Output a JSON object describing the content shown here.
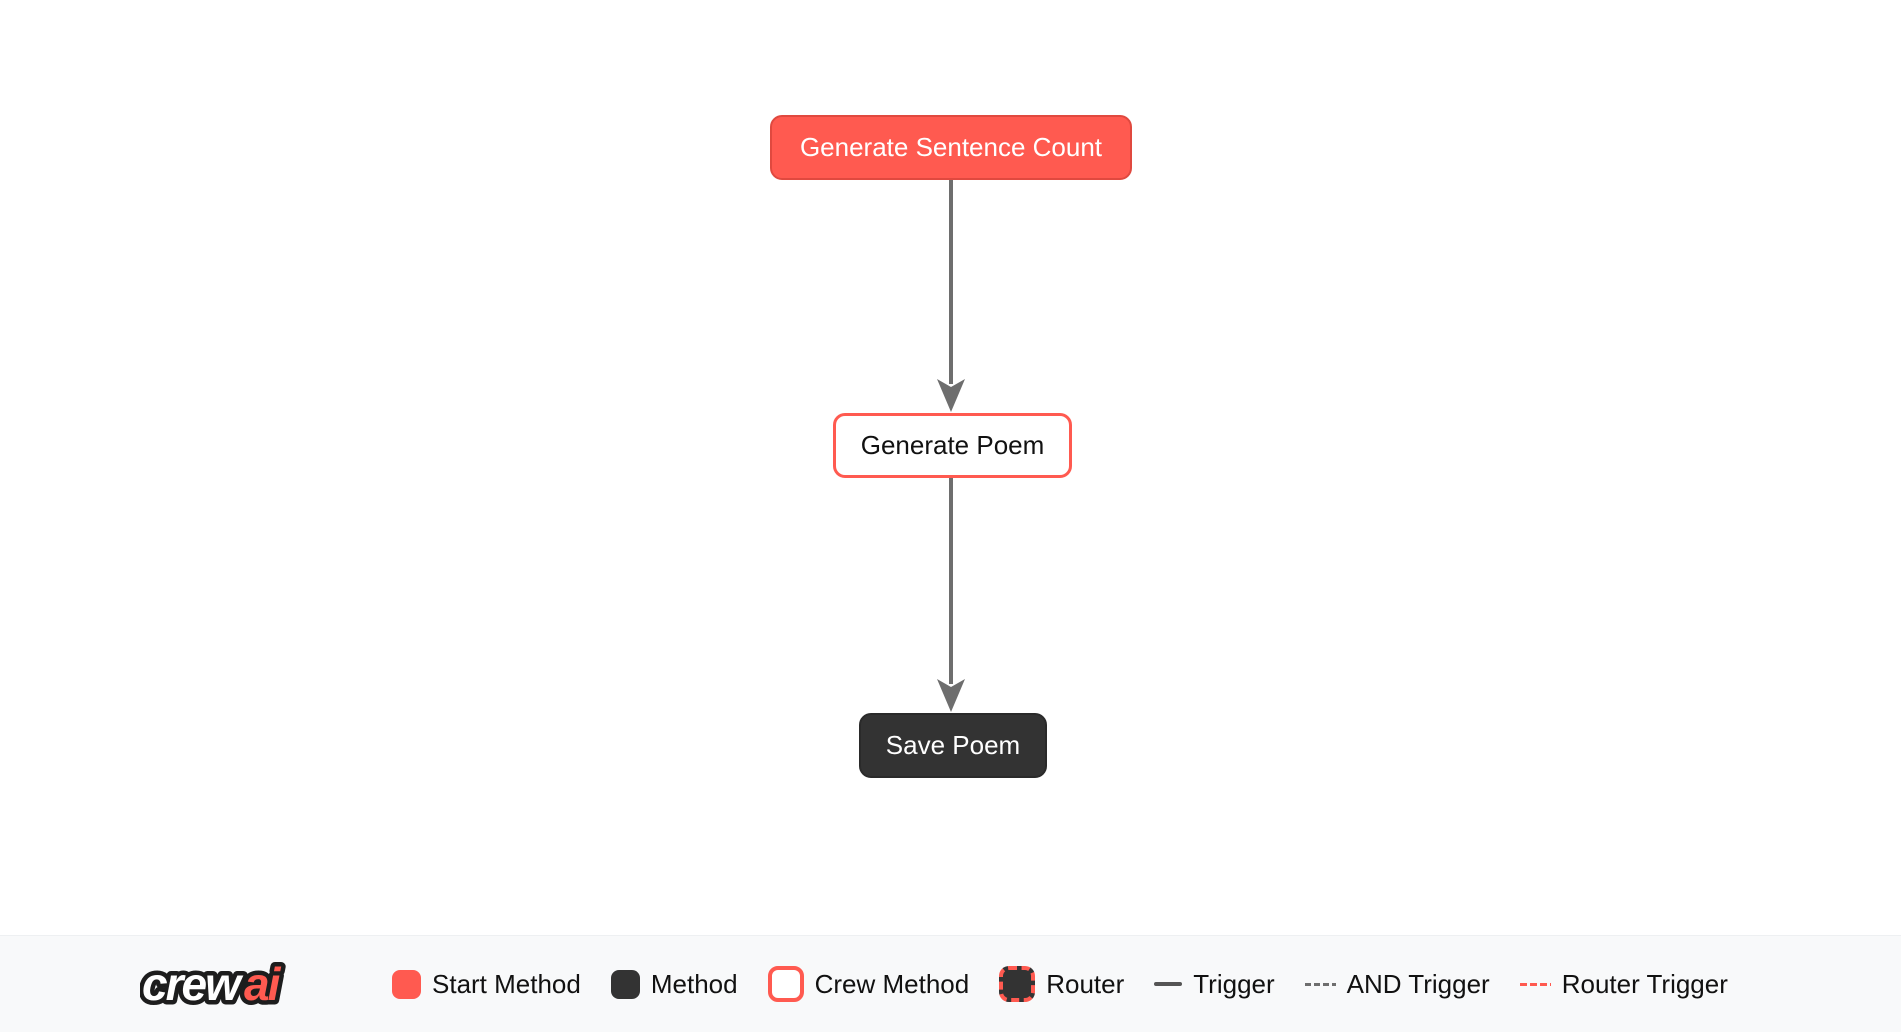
{
  "canvas": {
    "nodes": [
      {
        "id": "generate_sentence_count",
        "label": "Generate Sentence Count",
        "type": "start-method"
      },
      {
        "id": "generate_poem",
        "label": "Generate Poem",
        "type": "crew-method"
      },
      {
        "id": "save_poem",
        "label": "Save Poem",
        "type": "method"
      }
    ],
    "edges": [
      {
        "from": "generate_sentence_count",
        "to": "generate_poem",
        "type": "trigger"
      },
      {
        "from": "generate_poem",
        "to": "save_poem",
        "type": "trigger"
      }
    ]
  },
  "legend": {
    "logo": {
      "crew": "crew",
      "ai": "ai"
    },
    "items": [
      {
        "label": "Start Method",
        "swatch": "start-method-swatch"
      },
      {
        "label": "Method",
        "swatch": "method-swatch"
      },
      {
        "label": "Crew Method",
        "swatch": "crew-method-swatch"
      },
      {
        "label": "Router",
        "swatch": "router-swatch"
      },
      {
        "label": "Trigger",
        "swatch": "trigger-line-swatch"
      },
      {
        "label": "AND Trigger",
        "swatch": "and-trigger-line-swatch"
      },
      {
        "label": "Router Trigger",
        "swatch": "router-trigger-line-swatch"
      }
    ]
  },
  "colors": {
    "accent_red": "#FF5A50",
    "accent_red_border": "#E0493F",
    "dark": "#333333",
    "edge_gray": "#6E6E6E",
    "legend_background": "#F8F9FA",
    "canvas_background": "#FFFFFF",
    "text": "#111111"
  }
}
